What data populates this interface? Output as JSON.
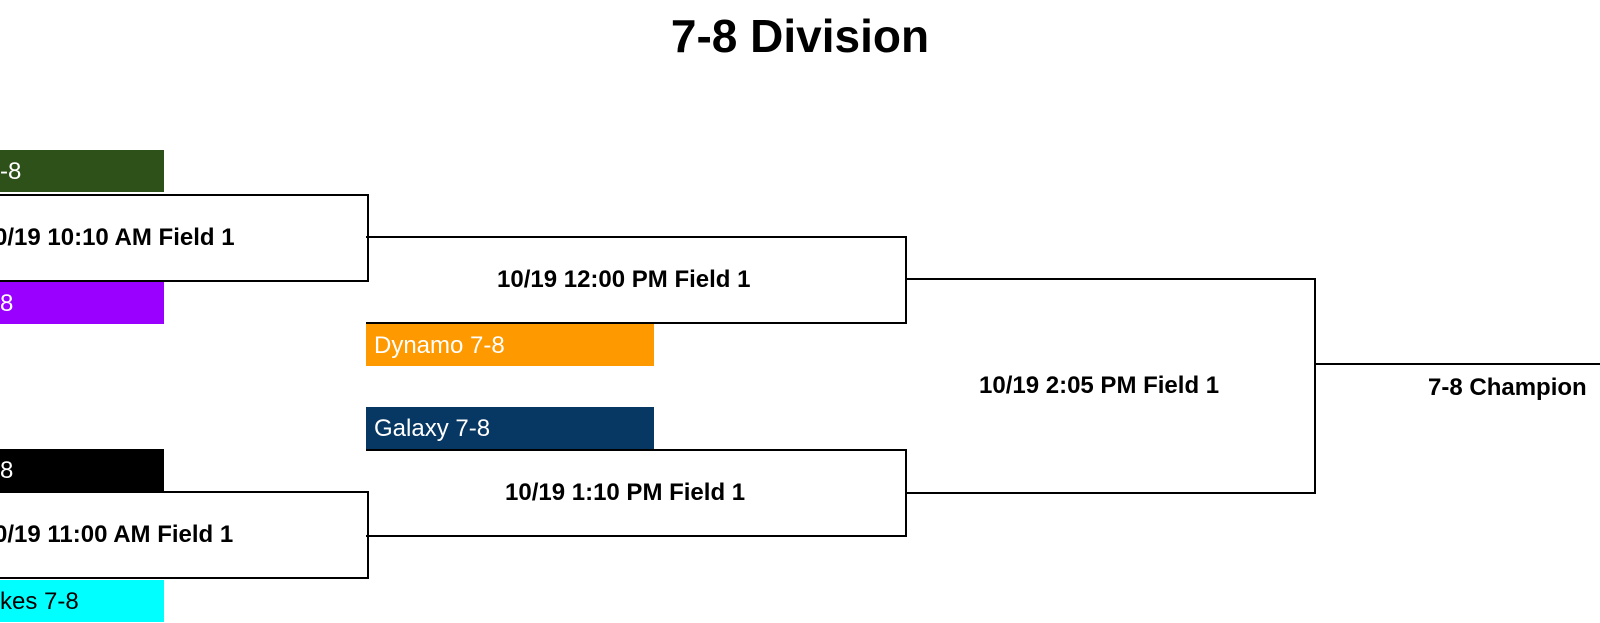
{
  "title": "7-8 Division",
  "teams": [
    {
      "label": "-8",
      "color": "#2e5019"
    },
    {
      "label": "8",
      "color": "#9900ff"
    },
    {
      "label": "Dynamo 7-8",
      "color": "#ff9900"
    },
    {
      "label": "Galaxy 7-8",
      "color": "#073763"
    },
    {
      "label": "8",
      "color": "#000000"
    },
    {
      "label": "kes 7-8",
      "color": "#00ffff"
    }
  ],
  "games": [
    {
      "label": "0/19 10:10 AM Field 1"
    },
    {
      "label": "0/19 11:00 AM Field 1"
    },
    {
      "label": "10/19 12:00 PM Field 1"
    },
    {
      "label": "10/19 1:10 PM Field 1"
    },
    {
      "label": "10/19 2:05 PM Field 1"
    }
  ],
  "final": {
    "label": "7-8 Champion"
  }
}
